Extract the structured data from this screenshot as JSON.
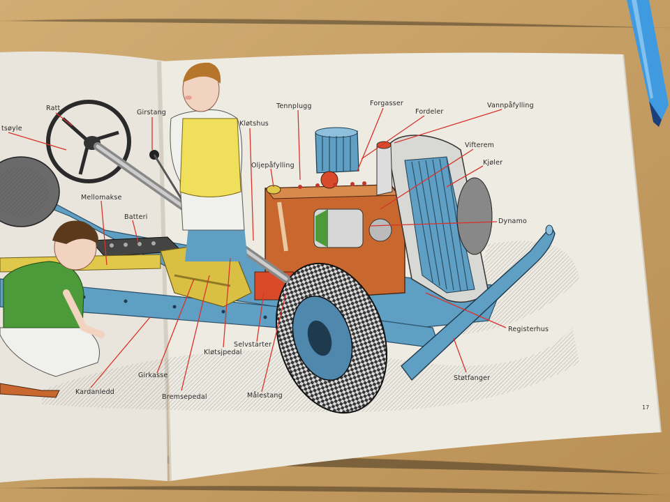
{
  "page_number": "17",
  "labels": {
    "rattstamme": "tsøyle",
    "ratt": "Ratt",
    "girstang": "Girstang",
    "klotshus": "Kløtshus",
    "tennplugg": "Tennplugg",
    "forgasser": "Forgasser",
    "fordeler": "Fordeler",
    "vannpafylling": "Vannpåfylling",
    "oljepafylling": "Oljepåfylling",
    "vifterem": "Vifterem",
    "kjoler": "Kjøler",
    "mellomakse": "Mellomakse",
    "batteri": "Batteri",
    "dynamo": "Dynamo",
    "registerhus": "Registerhus",
    "klotsjpedal": "Kløtsjpedal",
    "selvstarter": "Selvstarter",
    "malestang": "Målestang",
    "girkasse": "Girkasse",
    "kardanledd": "Kardanledd",
    "bremsepedal": "Bremsepedal",
    "stotfanger": "Støtfanger"
  },
  "colors": {
    "table": "#c9a66e",
    "paper": "#eeebe3",
    "leader_line": "#d8322a",
    "chassis_blue": "#5f9fc4",
    "engine_orange": "#c8682e",
    "sweater_yellow": "#f0df5a",
    "sweater_green": "#4c9a3a",
    "pen_blue": "#3f9ae0"
  },
  "icons": [
    "pen-icon",
    "steering-wheel-icon",
    "tire-icon"
  ]
}
